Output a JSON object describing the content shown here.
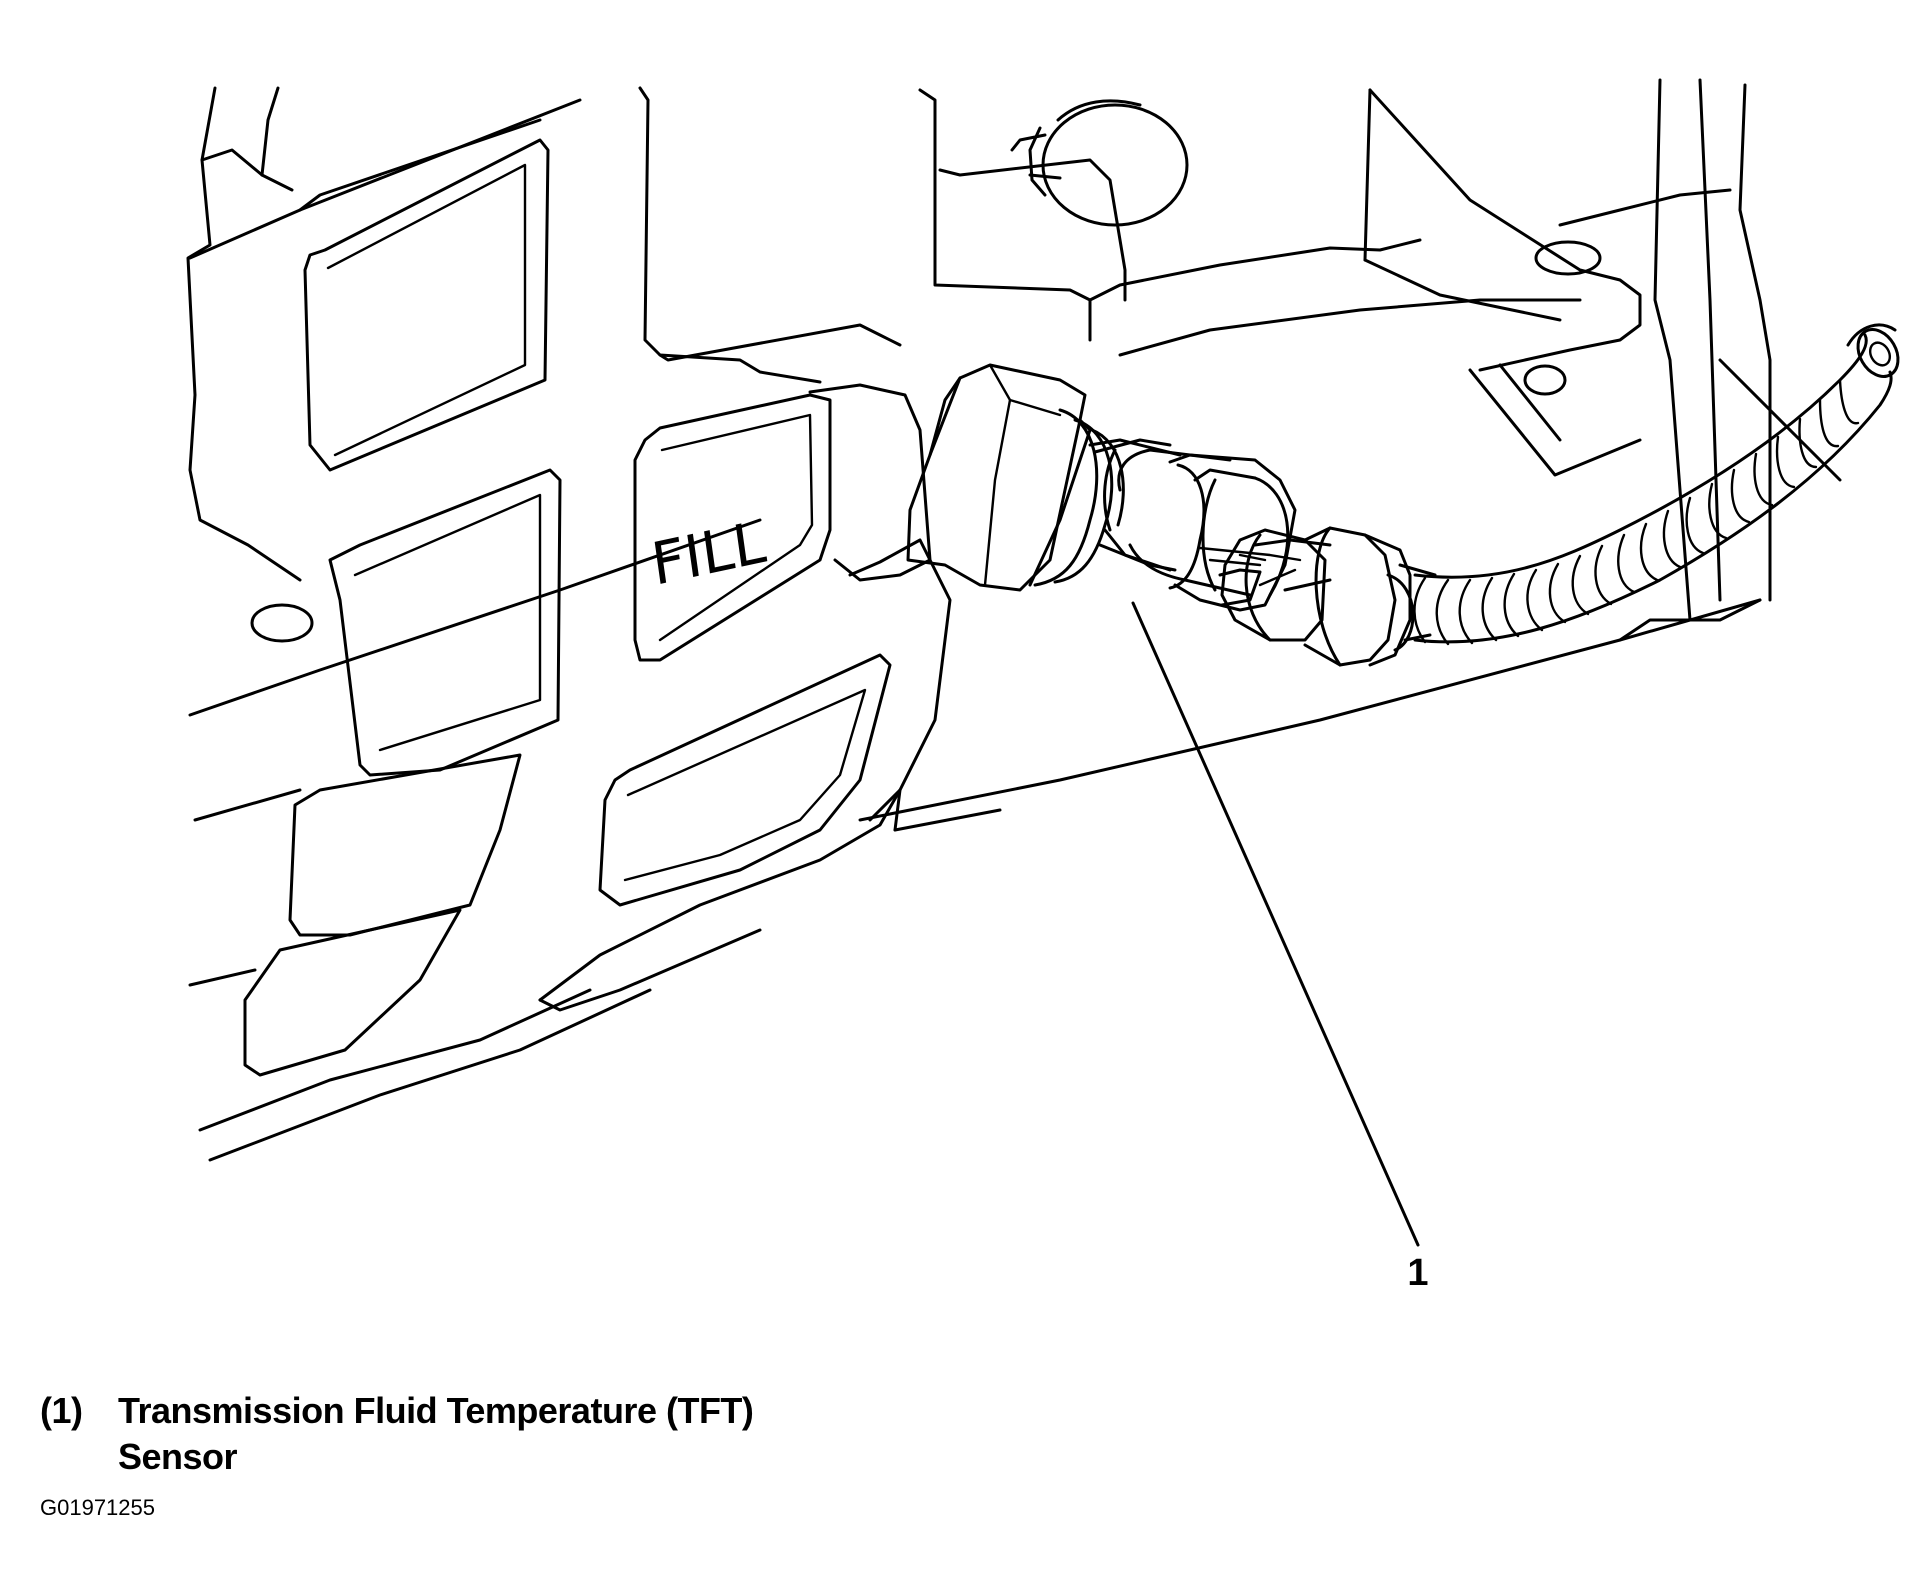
{
  "figure": {
    "embossed_text": "FILL",
    "callout_number": "1",
    "components": [
      "transmission-case",
      "fill-plug",
      "tft-sensor",
      "connector",
      "wiring-harness"
    ]
  },
  "caption": {
    "number": "(1)",
    "line1": "Transmission Fluid Temperature (TFT)",
    "line2": "Sensor"
  },
  "figure_id": "G01971255"
}
